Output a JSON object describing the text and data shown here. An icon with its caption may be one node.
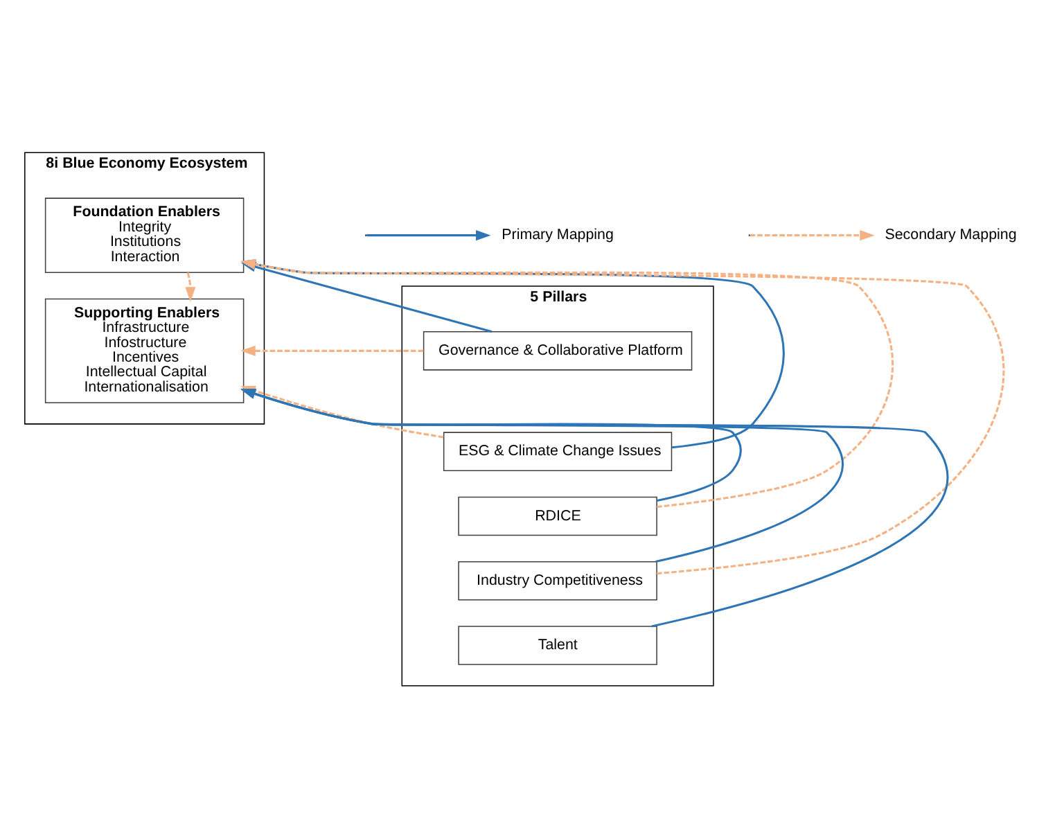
{
  "diagram": {
    "nodes": [
      {
        "text": [
          "5 Pillars"
        ]
      },
      {
        "text": [
          "Governance & Collaborative Platform"
        ],
        "in": 0
      },
      {
        "text": [
          "ESG & Climate Change Issues"
        ],
        "in": 0
      },
      {
        "text": [
          "RDICE"
        ],
        "in": 0
      },
      {
        "text": [
          "Industry Competitiveness"
        ],
        "in": 0
      },
      {
        "text": [
          "Talent"
        ],
        "in": 0
      },
      {
        "text": [
          "8i Blue Economy Ecosystem"
        ]
      },
      {
        "text": [
          "Foundation Enablers",
          "Integrity",
          "Institutions",
          "Interaction"
        ],
        "in": 6
      },
      {
        "text": [
          "Supporting Enablers",
          "Infrastructure",
          "Infostructure",
          "Incentives",
          "Intellectual Capital",
          "Internationalisation"
        ],
        "in": 6
      }
    ],
    "edges": [
      {
        "from": 1,
        "to": 7,
        "arrow": "to",
        "color": "#2e75b6"
      },
      {
        "from": 2,
        "to": 7,
        "arrow": "to",
        "color": "#2e75b6"
      },
      {
        "from": 3,
        "to": 8,
        "arrow": "to",
        "color": "#2e75b6"
      },
      {
        "from": 4,
        "to": 8,
        "arrow": "to",
        "color": "#2e75b6"
      },
      {
        "from": 5,
        "to": 8,
        "arrow": "to",
        "color": "#2e75b6"
      },
      {
        "from": 1,
        "to": 8,
        "arrow": "to",
        "style": "dashed",
        "color": "#f4b183"
      },
      {
        "from": 2,
        "to": 8,
        "arrow": "to",
        "style": "dashed",
        "color": "#f4b183"
      },
      {
        "from": 3,
        "to": 7,
        "arrow": "to",
        "style": "dashed",
        "color": "#f4b183"
      },
      {
        "from": 4,
        "to": 7,
        "arrow": "to",
        "style": "dashed",
        "color": "#f4b183"
      },
      {
        "from": 7,
        "to": 8,
        "arrow": "to",
        "style": "dashed",
        "color": "#f4b183"
      }
    ],
    "legend": [
      {
        "text": "Primary Mapping"
      },
      {
        "text": "Secondary Mapping"
      }
    ]
  }
}
